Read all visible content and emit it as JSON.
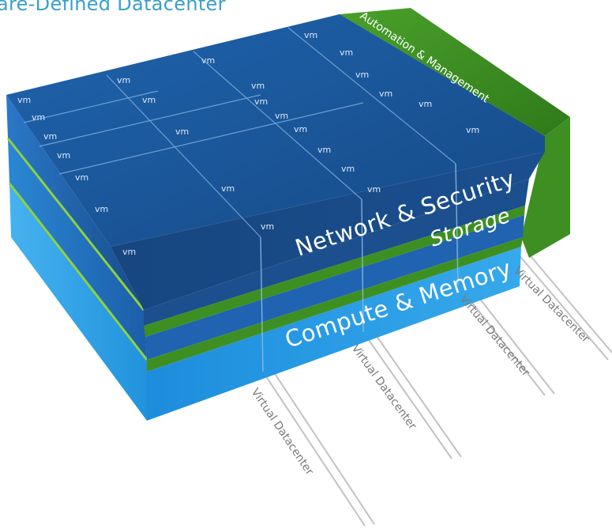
{
  "title": "are-Defined Datacenter",
  "layers": {
    "network_security": "Network & Security",
    "storage": "Storage",
    "compute_memory": "Compute & Memory",
    "automation_management": "Automation & Management"
  },
  "vm_label": "vm",
  "virtual_datacenter_label": "Virtual Datacenter",
  "colors": {
    "title": "#3aa0c9",
    "green": "#3e8f22",
    "network_top": "#1c5aa0",
    "network_front": "#184a84",
    "storage_front": "#1b5aa6",
    "compute_front": "#1f8fde",
    "rule_lines": "#bdbdbd"
  }
}
